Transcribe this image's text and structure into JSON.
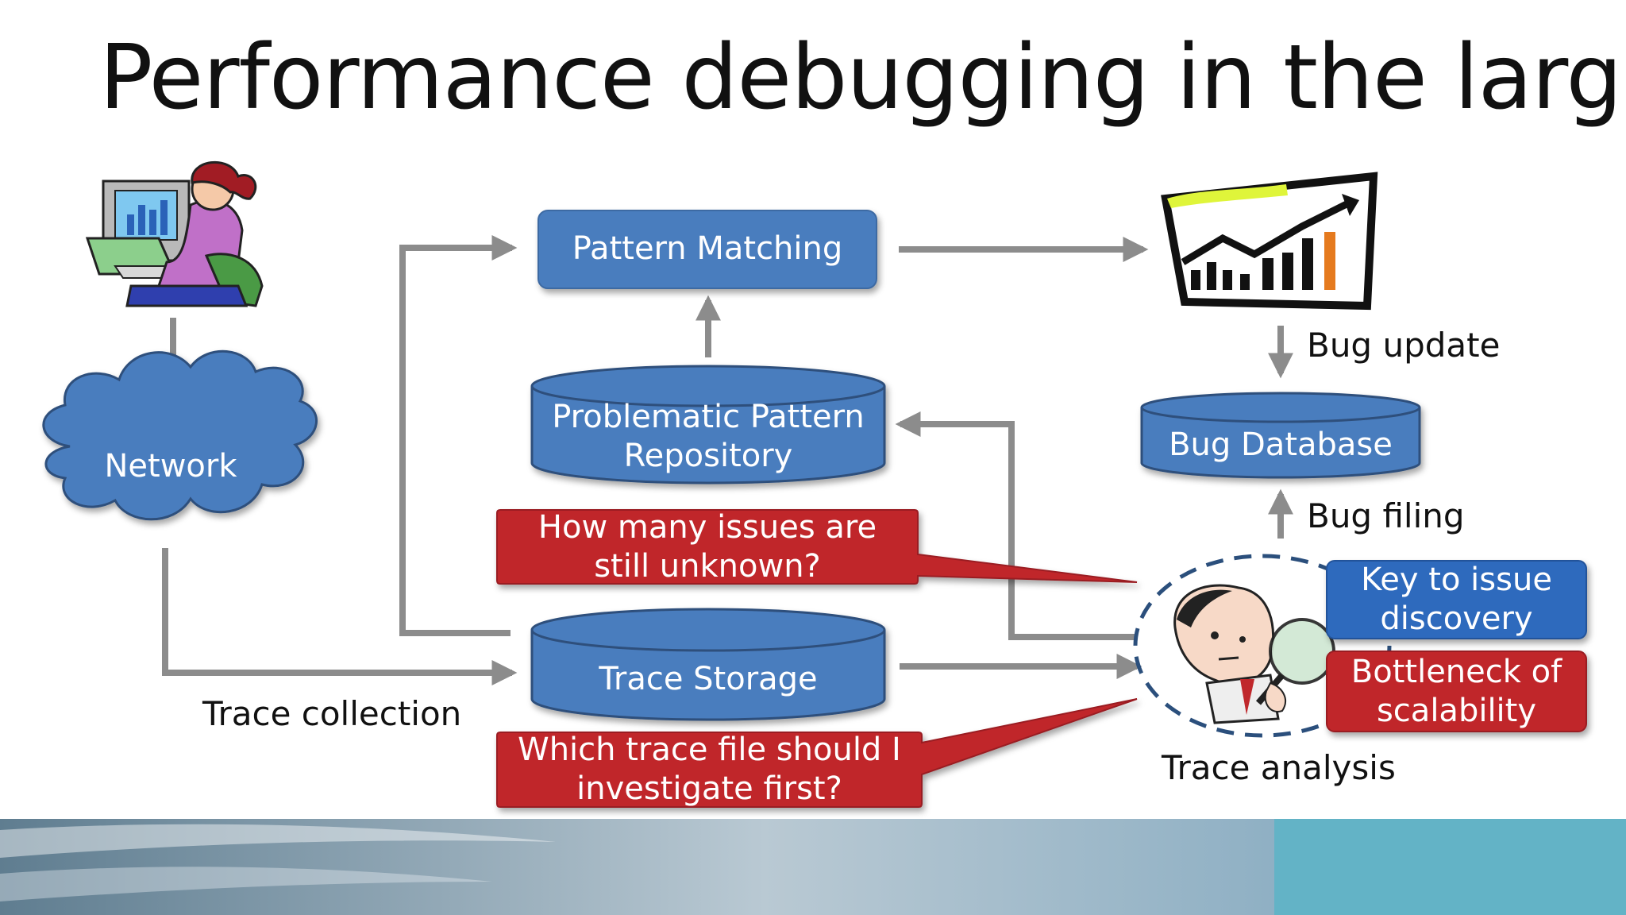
{
  "slide": {
    "title": "Performance debugging in the large",
    "accent_blue": "#4a7dbe",
    "accent_red": "#c0282c"
  },
  "nodes": {
    "network": "Network",
    "pattern_matching": "Pattern Matching",
    "problematic_pattern_line1": "Problematic Pattern",
    "problematic_pattern_line2": "Repository",
    "trace_storage": "Trace Storage",
    "bug_database": "Bug Database"
  },
  "labels": {
    "trace_collection": "Trace collection",
    "bug_update": "Bug update",
    "bug_filing": "Bug filing",
    "trace_analysis": "Trace analysis"
  },
  "callouts": {
    "unknown_issues_line1": "How many issues are",
    "unknown_issues_line2": "still unknown?",
    "which_trace_line1": "Which trace file should I",
    "which_trace_line2": "investigate first?",
    "key_discovery_line1": "Key to issue",
    "key_discovery_line2": "discovery",
    "bottleneck_line1": "Bottleneck of",
    "bottleneck_line2": "scalability"
  },
  "icons": {
    "user": "person-at-computer-icon",
    "chart": "rising-chart-icon",
    "analyst": "analyst-with-magnifier-icon"
  }
}
